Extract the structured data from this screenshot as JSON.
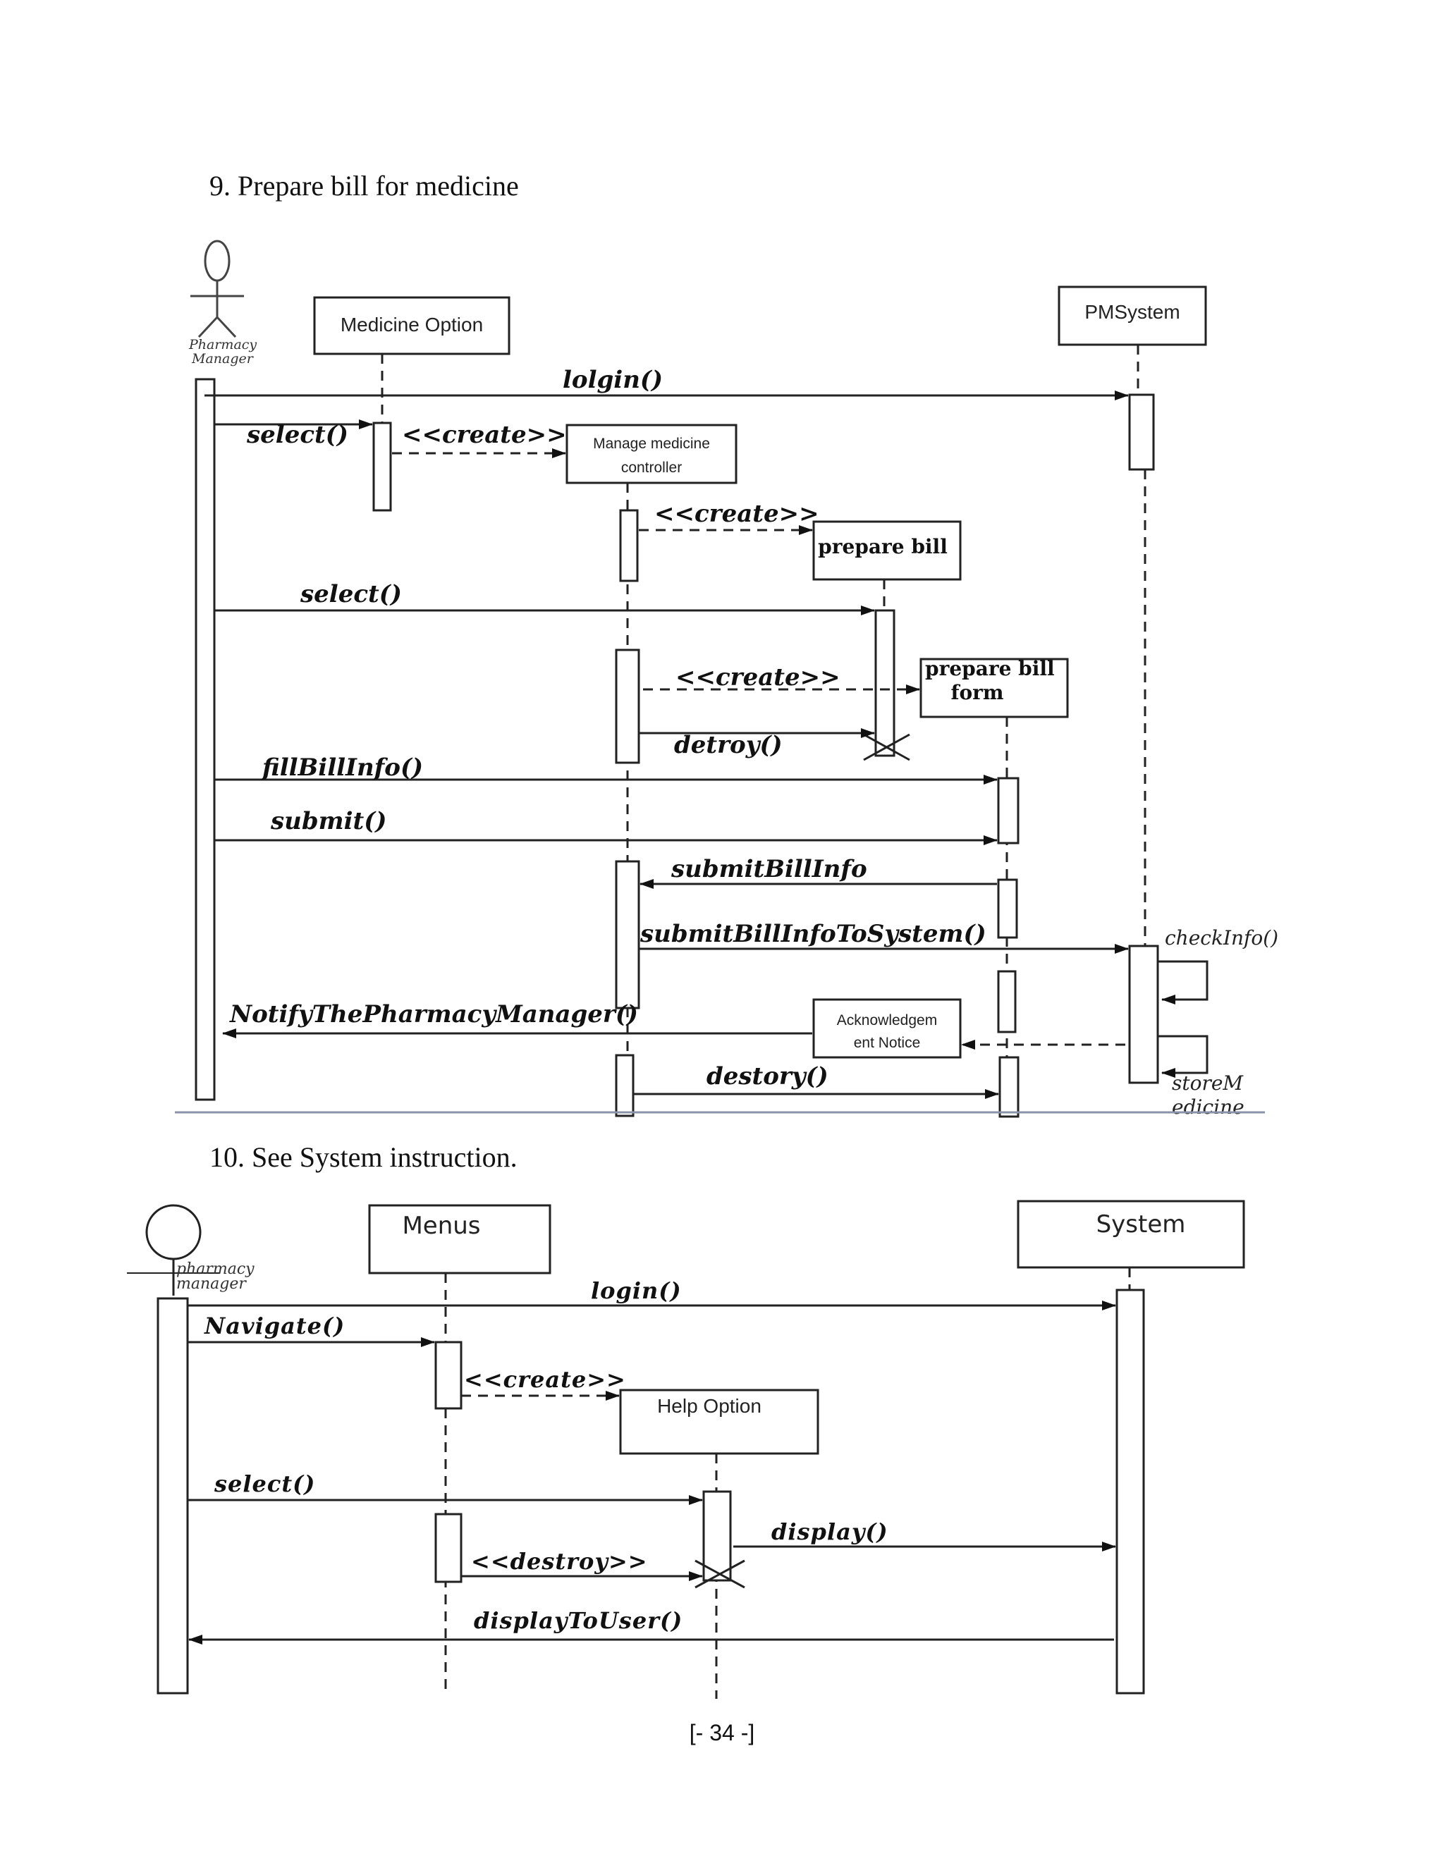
{
  "section9": {
    "heading": "9.   Prepare bill  for medicine",
    "actor": "Pharmacy\nManager",
    "objects": {
      "medicine_option": "Medicine Option",
      "pmsystem": "PMSystem",
      "controller_line1": "Manage medicine",
      "controller_line2": "controller",
      "prepare_bill": "prepare bill",
      "bill_form_line1": "prepare bill",
      "bill_form_line2": "form",
      "ack_line1": "Acknowledgem",
      "ack_line2": "ent Notice"
    },
    "messages": {
      "login": "lolgin()",
      "select1": "select()",
      "create1": "<<create>>",
      "create2": "<<create>>",
      "select2": "select()",
      "create3": "<<create>>",
      "destroy1": "detroy()",
      "fill": "fillBillInfo()",
      "submit": "submit()",
      "submit_info": "submitBillInfo",
      "submit_system": "submitBillInfoToSystem()",
      "check": "checkInfo()",
      "notify": "NotifyThePharmacyManager()",
      "destroy2": "destory()",
      "store_line1": "storeM",
      "store_line2": "edicine"
    }
  },
  "section10": {
    "heading": "10. See System  instruction.",
    "actor_line1": "pharmacy",
    "actor_line2": "manager",
    "objects": {
      "menus": "Menus",
      "system": "System",
      "help": "Help Option"
    },
    "messages": {
      "login": "login()",
      "navigate": "Navigate()",
      "create": "<<create>>",
      "select": "select()",
      "display": "display()",
      "destroy": "<<destroy>>",
      "display_user": "displayToUser()"
    }
  },
  "footer": {
    "page_number": "[- 34 -]"
  }
}
